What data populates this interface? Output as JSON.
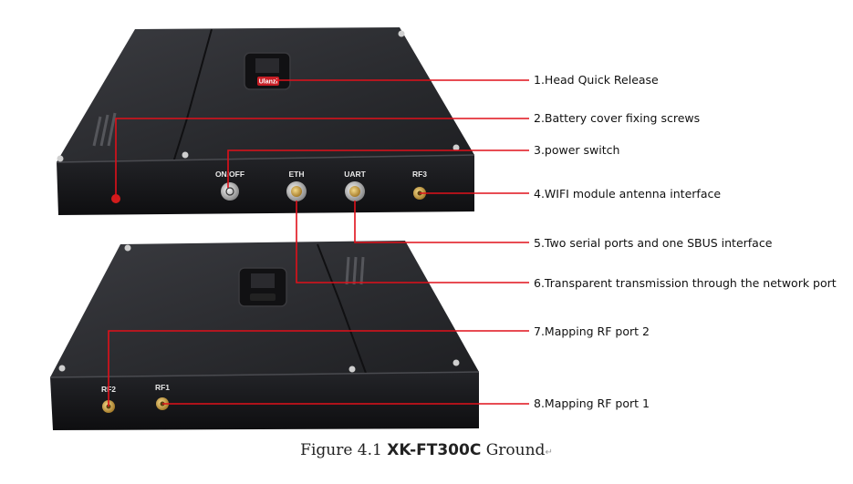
{
  "caption": {
    "prefix": "Figure 4.1",
    "model": "XK-FT300C",
    "suffix": "Ground",
    "mark": "↵"
  },
  "ports": {
    "on_off": "ON/OFF",
    "eth": "ETH",
    "uart": "UART",
    "rf3": "RF3",
    "rf2": "RF2",
    "rf1": "RF1"
  },
  "mount_brand": "Ulanzi",
  "callouts": [
    {
      "id": "1",
      "text": "1.Head Quick Release"
    },
    {
      "id": "2",
      "text": "2.Battery cover fixing screws"
    },
    {
      "id": "3",
      "text": "3.power switch"
    },
    {
      "id": "4",
      "text": "4.WIFI module antenna interface"
    },
    {
      "id": "5",
      "text": "5.Two serial ports and one SBUS interface"
    },
    {
      "id": "6",
      "text": "6.Transparent transmission through the network port"
    },
    {
      "id": "7",
      "text": "7.Mapping RF port 2"
    },
    {
      "id": "8",
      "text": "8.Mapping RF port 1"
    }
  ],
  "colors": {
    "leader_line": "#e0101a",
    "device_body": "#1c1d20",
    "device_top": "#2b2c30"
  }
}
